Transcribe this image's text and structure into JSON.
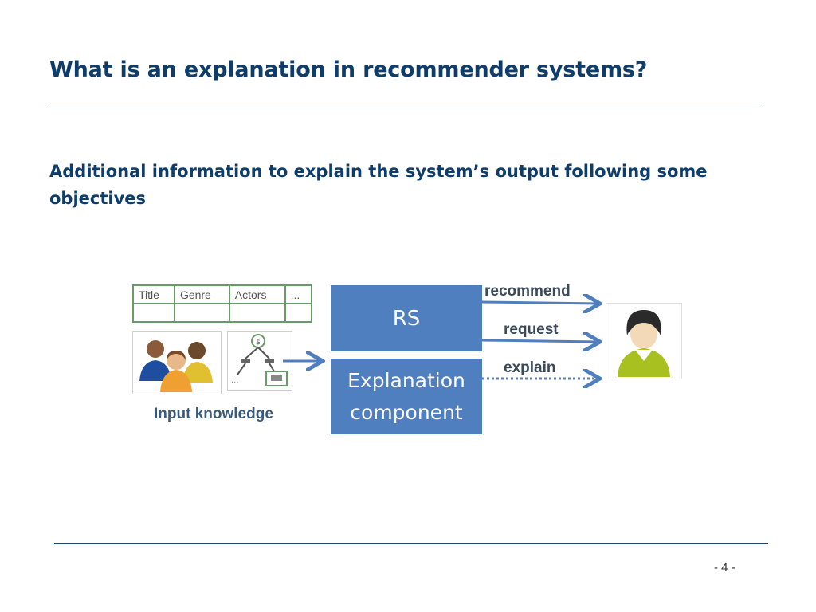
{
  "slide": {
    "title": "What is an explanation in recommender systems?",
    "subtitle": "Additional information to explain the system’s output following some objectives",
    "page_number": "- 4 -"
  },
  "diagram": {
    "input_table_headers": [
      "Title",
      "Genre",
      "Actors",
      "..."
    ],
    "input_label": "Input knowledge",
    "rs_box": "RS",
    "explanation_box_line1": "Explanation",
    "explanation_box_line2": "component",
    "edges": {
      "recommend": "recommend",
      "request": "request",
      "explain": "explain"
    },
    "icons": [
      "users-group-icon",
      "decision-tree-icon",
      "user-icon"
    ],
    "colors": {
      "box_fill": "#4f7fbe",
      "arrow": "#4f7fbe",
      "title_text": "#0f3d6b"
    }
  }
}
